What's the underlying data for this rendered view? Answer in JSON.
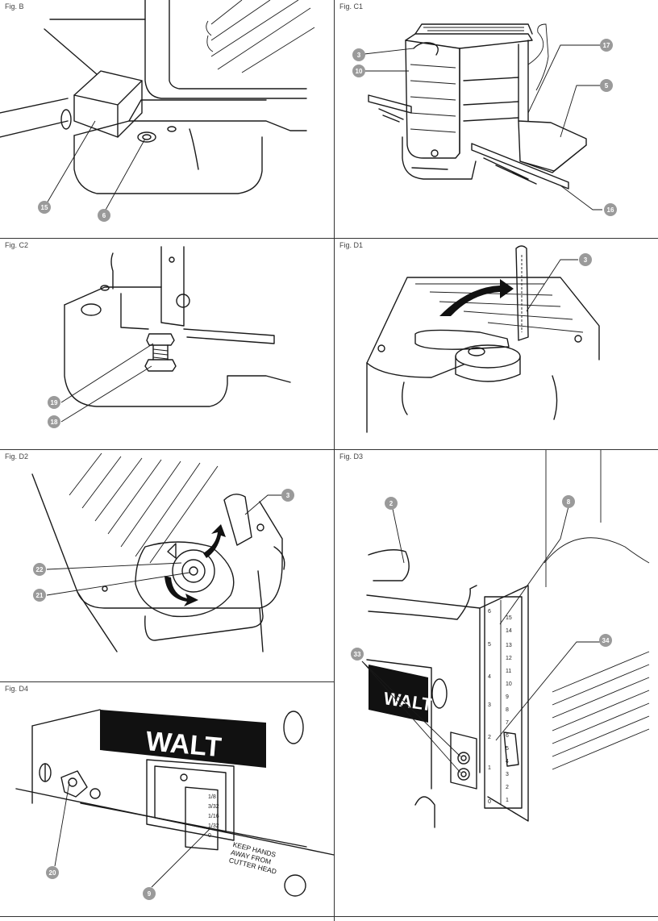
{
  "figures": {
    "fig_b": {
      "label": "Fig. B",
      "callouts": [
        "15",
        "6"
      ]
    },
    "fig_c1": {
      "label": "Fig. C1",
      "callouts": [
        "3",
        "10",
        "17",
        "5",
        "16"
      ]
    },
    "fig_c2": {
      "label": "Fig. C2",
      "callouts": [
        "19",
        "18"
      ]
    },
    "fig_d1": {
      "label": "Fig. D1",
      "callouts": [
        "3"
      ]
    },
    "fig_d2": {
      "label": "Fig. D2",
      "callouts": [
        "3",
        "22",
        "21"
      ]
    },
    "fig_d3": {
      "label": "Fig. D3",
      "callouts": [
        "2",
        "8",
        "33",
        "34"
      ],
      "scale_left": [
        "6",
        "5",
        "4",
        "3",
        "2",
        "1",
        "0"
      ],
      "scale_right": [
        "15",
        "14",
        "13",
        "12",
        "11",
        "10",
        "9",
        "8",
        "7",
        "6",
        "5",
        "4",
        "3",
        "2",
        "1"
      ],
      "brand": "WALT"
    },
    "fig_d4": {
      "label": "Fig. D4",
      "callouts": [
        "20",
        "9"
      ],
      "brand": "WALT",
      "depth_scale": [
        "1/8",
        "3/32",
        "1/16",
        "1/32",
        "0"
      ],
      "warning": [
        "KEEP HANDS",
        "AWAY FROM",
        "CUTTER HEAD"
      ]
    }
  }
}
